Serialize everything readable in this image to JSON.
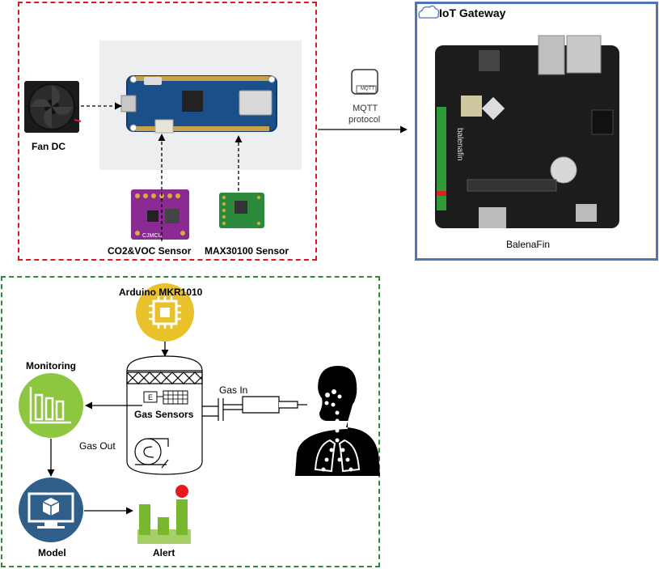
{
  "labels": {
    "fan": "Fan DC",
    "co2_sensor": "CO2&VOC Sensor",
    "max_sensor": "MAX30100 Sensor",
    "mqtt": "MQTT",
    "protocol": "protocol",
    "mqtt_icon_text": "MQTT",
    "gateway_title": "IoT Gateway",
    "balena": "BalenaFin",
    "arduino": "Arduino MKR1010",
    "monitoring": "Monitoring",
    "gas_in": "Gas In",
    "gas_sensors": "Gas Sensors",
    "gas_out": "Gas Out",
    "model": "Model",
    "alert": "Alert",
    "sensor_chip_e": "E",
    "balena_silk": "balenafin",
    "co2_silk": "CJMCU"
  },
  "colors": {
    "red_border": "#e0161b",
    "green_border": "#2e8b3a",
    "blue_border": "#4f75b3",
    "arduino_icon": "#e9c12a",
    "monitoring_icon": "#8dc63f",
    "model_icon": "#2f5f88",
    "alert_bars": "#79b82e",
    "alert_dot": "#e8191d",
    "board_blue": "#1b4f8a",
    "sensor_purple": "#8b2a93",
    "sensor_green": "#2d8a3d"
  },
  "icons": {
    "gateway": "cloud-icon",
    "mqtt": "mqtt-icon",
    "arduino": "chip-icon",
    "monitoring": "bar-chart-icon",
    "model": "monitor-cube-icon",
    "alert": "alert-bars-icon",
    "person": "lungs-person-icon"
  }
}
